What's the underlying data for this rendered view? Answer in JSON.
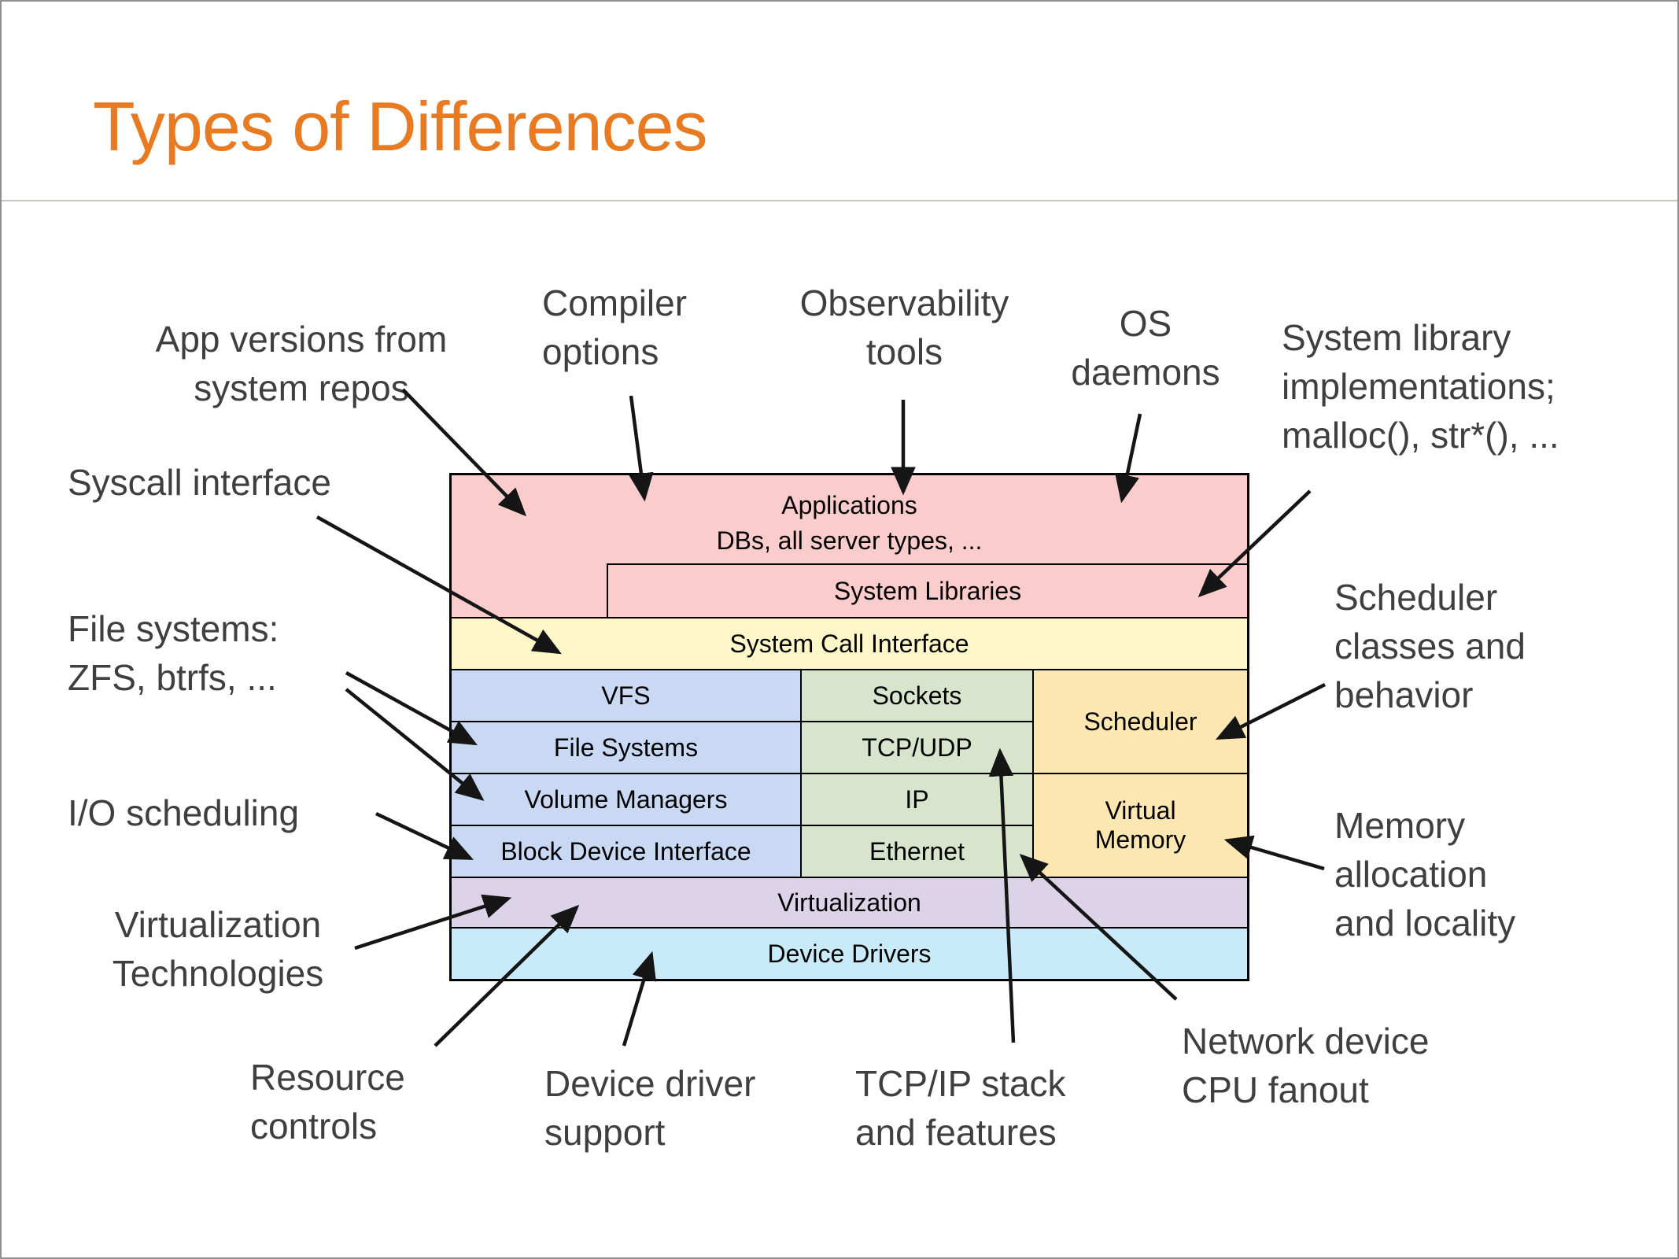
{
  "slide": {
    "title": "Types of Differences"
  },
  "colors": {
    "title_orange": "#E87B22",
    "pink": "#FACCCB",
    "yellow": "#FDF6C8",
    "blue": "#C9D9F4",
    "green": "#D8E4CB",
    "amber": "#FCE7B2",
    "purple": "#DCD3E8",
    "cyan": "#C9EAF8"
  },
  "stack": {
    "applications": "Applications",
    "applications_sub": "DBs, all server types, ...",
    "system_libraries": "System Libraries",
    "system_call_interface": "System Call Interface",
    "vfs": "VFS",
    "file_systems": "File Systems",
    "volume_managers": "Volume Managers",
    "block_device_interface": "Block Device Interface",
    "sockets": "Sockets",
    "tcp_udp": "TCP/UDP",
    "ip": "IP",
    "ethernet": "Ethernet",
    "scheduler": "Scheduler",
    "virtual_memory": "Virtual Memory",
    "virtualization": "Virtualization",
    "device_drivers": "Device Drivers"
  },
  "labels": {
    "app_versions": {
      "lines": [
        "App versions from",
        "system repos"
      ]
    },
    "compiler_options": {
      "lines": [
        "Compiler",
        "options"
      ]
    },
    "observability_tools": {
      "lines": [
        "Observability",
        "tools"
      ]
    },
    "os_daemons": {
      "lines": [
        "OS",
        "daemons"
      ]
    },
    "system_library": {
      "lines": [
        "System library",
        "implementations;",
        "malloc(), str*(), ..."
      ]
    },
    "syscall_interface": {
      "lines": [
        "Syscall interface"
      ]
    },
    "file_systems": {
      "lines": [
        "File systems:",
        "ZFS, btrfs, ..."
      ]
    },
    "io_scheduling": {
      "lines": [
        "I/O scheduling"
      ]
    },
    "virtualization_technologies": {
      "lines": [
        "Virtualization",
        "Technologies"
      ]
    },
    "resource_controls": {
      "lines": [
        "Resource",
        "controls"
      ]
    },
    "device_driver_support": {
      "lines": [
        "Device driver",
        "support"
      ]
    },
    "tcpip_stack": {
      "lines": [
        "TCP/IP stack",
        "and features"
      ]
    },
    "network_device": {
      "lines": [
        "Network device",
        "CPU fanout"
      ]
    },
    "scheduler_classes": {
      "lines": [
        "Scheduler",
        "classes and",
        "behavior"
      ]
    },
    "memory_allocation": {
      "lines": [
        "Memory",
        "allocation",
        "and locality"
      ]
    }
  }
}
